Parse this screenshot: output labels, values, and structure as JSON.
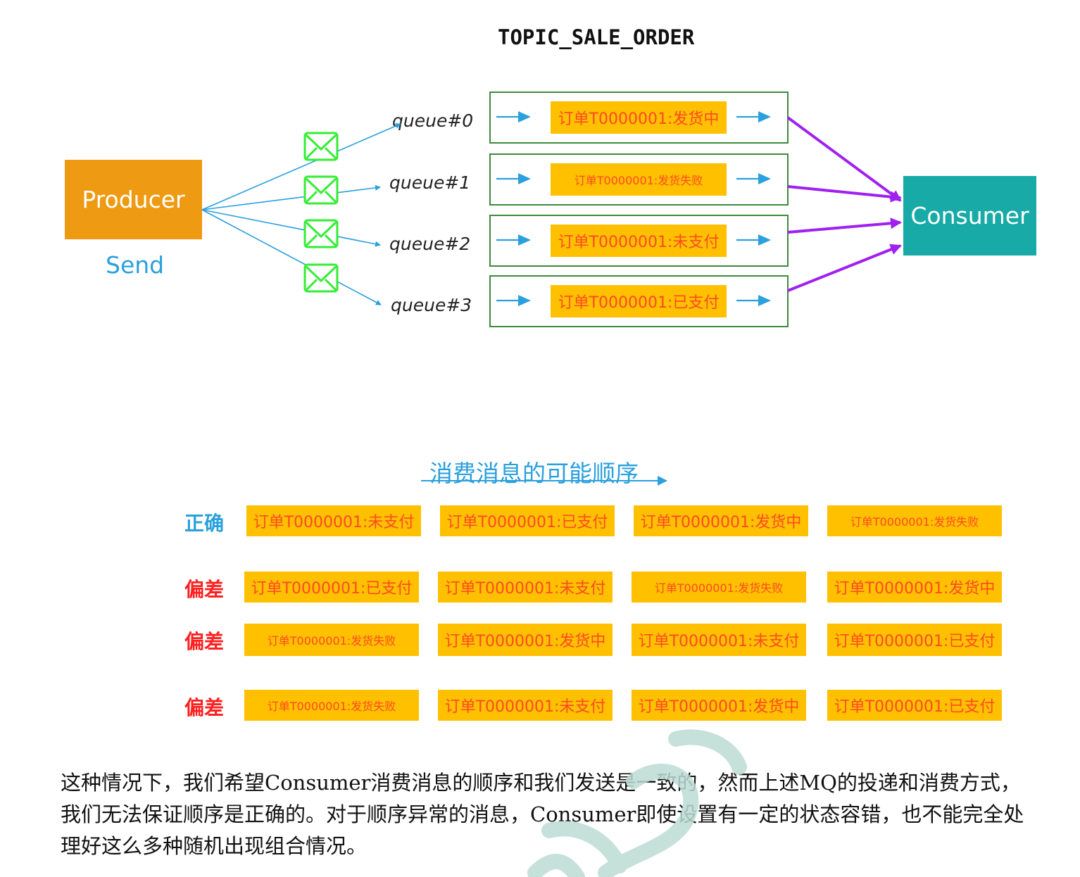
{
  "topic": "TOPIC_SALE_ORDER",
  "producer": {
    "label": "Producer",
    "caption": "Send"
  },
  "consumer": {
    "label": "Consumer"
  },
  "queues": [
    {
      "label": "queue#0",
      "message": "订单T0000001:发货中",
      "size": "big"
    },
    {
      "label": "queue#1",
      "message": "订单T0000001:发货失败",
      "size": "small"
    },
    {
      "label": "queue#2",
      "message": "订单T0000001:未支付",
      "size": "big"
    },
    {
      "label": "queue#3",
      "message": "订单T0000001:已支付",
      "size": "big"
    }
  ],
  "sequence_title": "消费消息的可能顺序",
  "sequences": [
    {
      "label": "正确",
      "color": "#2aa0dd",
      "items": [
        {
          "text": "订单T0000001:未支付",
          "size": "big"
        },
        {
          "text": "订单T0000001:已支付",
          "size": "big"
        },
        {
          "text": "订单T0000001:发货中",
          "size": "big"
        },
        {
          "text": "订单T0000001:发货失败",
          "size": "small"
        }
      ]
    },
    {
      "label": "偏差",
      "color": "#ff2020",
      "items": [
        {
          "text": "订单T0000001:已支付",
          "size": "big"
        },
        {
          "text": "订单T0000001:未支付",
          "size": "big"
        },
        {
          "text": "订单T0000001:发货失败",
          "size": "small"
        },
        {
          "text": "订单T0000001:发货中",
          "size": "big"
        }
      ]
    },
    {
      "label": "偏差",
      "color": "#ff2020",
      "items": [
        {
          "text": "订单T0000001:发货失败",
          "size": "small"
        },
        {
          "text": "订单T0000001:发货中",
          "size": "big"
        },
        {
          "text": "订单T0000001:未支付",
          "size": "big"
        },
        {
          "text": "订单T0000001:已支付",
          "size": "big"
        }
      ]
    },
    {
      "label": "偏差",
      "color": "#ff2020",
      "items": [
        {
          "text": "订单T0000001:发货失败",
          "size": "small"
        },
        {
          "text": "订单T0000001:未支付",
          "size": "big"
        },
        {
          "text": "订单T0000001:发货中",
          "size": "big"
        },
        {
          "text": "订单T0000001:已支付",
          "size": "big"
        }
      ]
    }
  ],
  "paragraph": "这种情况下，我们希望Consumer消费消息的顺序和我们发送是一致的，然而上述MQ的投递和消费方式，我们无法保证顺序是正确的。对于顺序异常的消息，Consumer即使设置有一定的状态容错，也不能完全处理好这么多种随机出现组合情况。",
  "colors": {
    "producer": "#ee9a12",
    "consumer": "#17aaa6",
    "chip_bg": "#ffc000",
    "chip_text": "#ff4a22",
    "send_line": "#2aa0dd",
    "consume_line": "#a020f0",
    "envelope": "#33ee33"
  },
  "icons": [
    "envelope-icon",
    "arrow-right-icon"
  ]
}
